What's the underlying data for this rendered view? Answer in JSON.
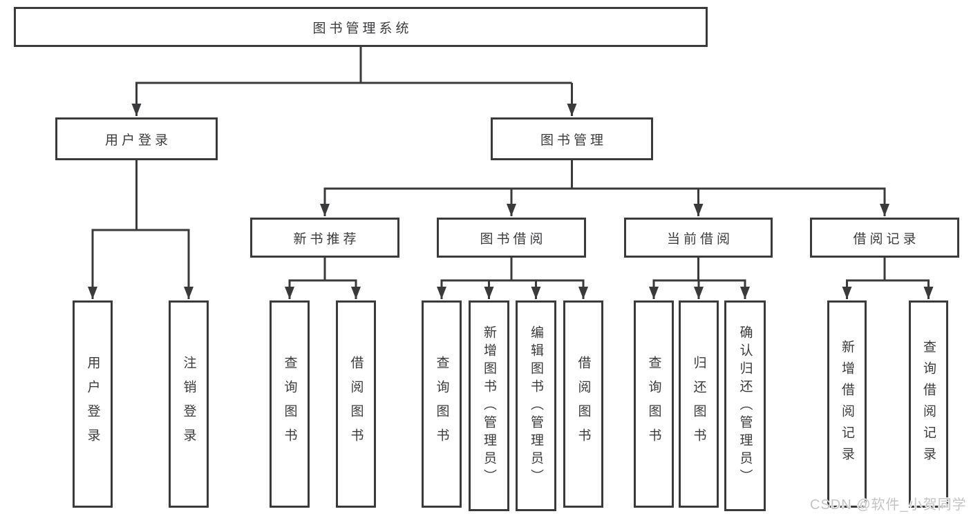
{
  "diagram": {
    "type": "hierarchy-tree",
    "colors": {
      "line": "#3a3a3c",
      "box_border": "#3a3a3c",
      "text": "#3b3b3e",
      "watermark": "#c4c4c4",
      "background": "#ffffff"
    },
    "tree": {
      "label": "图书管理系统",
      "children": [
        {
          "label": "用户登录",
          "children": [
            {
              "label": "用户登录"
            },
            {
              "label": "注销登录"
            }
          ]
        },
        {
          "label": "图书管理",
          "children": [
            {
              "label": "新书推荐",
              "children": [
                {
                  "label": "查询图书"
                },
                {
                  "label": "借阅图书"
                }
              ]
            },
            {
              "label": "图书借阅",
              "children": [
                {
                  "label": "查询图书"
                },
                {
                  "label": "新增图书（管理员）"
                },
                {
                  "label": "编辑图书（管理员）"
                },
                {
                  "label": "借阅图书"
                }
              ]
            },
            {
              "label": "当前借阅",
              "children": [
                {
                  "label": "查询图书"
                },
                {
                  "label": "归还图书"
                },
                {
                  "label": "确认归还（管理员）"
                }
              ]
            },
            {
              "label": "借阅记录",
              "children": [
                {
                  "label": "新增借阅记录"
                },
                {
                  "label": "查询借阅记录"
                }
              ]
            }
          ]
        }
      ]
    },
    "watermark": {
      "text": "CSDN @软件_小贺同学"
    }
  }
}
